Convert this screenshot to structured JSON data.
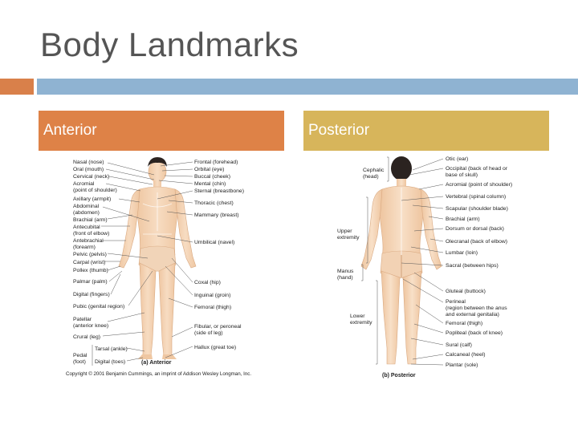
{
  "slide": {
    "title": "Body Landmarks",
    "accent_orange": "#D9804A",
    "accent_blue": "#8FB3D2"
  },
  "anterior": {
    "header": "Anterior",
    "header_color": "#DE8247",
    "left_labels": [
      {
        "text": "Nasal (nose)"
      },
      {
        "text": "Oral (mouth)"
      },
      {
        "text": "Cervical (neck)"
      },
      {
        "text": "Acromial"
      },
      {
        "text": "(point of shoulder)"
      },
      {
        "text": "Axillary (armpit)"
      },
      {
        "text": "Abdominal"
      },
      {
        "text": "(abdomen)"
      },
      {
        "text": "Brachial (arm)"
      },
      {
        "text": "Antecubital"
      },
      {
        "text": "(front of elbow)"
      },
      {
        "text": "Antebrachial"
      },
      {
        "text": "(forearm)"
      },
      {
        "text": "Pelvic (pelvis)"
      },
      {
        "text": "Carpal (wrist)"
      },
      {
        "text": "Pollex (thumb)"
      },
      {
        "text": "Palmar (palm)"
      },
      {
        "text": "Digital (fingers)"
      },
      {
        "text": "Pubic (genital region)"
      },
      {
        "text": "Patellar"
      },
      {
        "text": "(anterior knee)"
      },
      {
        "text": "Crural (leg)"
      },
      {
        "text": "Tarsal (ankle)"
      },
      {
        "text": "Pedal"
      },
      {
        "text": "(foot)"
      },
      {
        "text": "Digital (toes)"
      }
    ],
    "right_labels": [
      {
        "text": "Frontal (forehead)"
      },
      {
        "text": "Orbital (eye)"
      },
      {
        "text": "Buccal (cheek)"
      },
      {
        "text": "Mental (chin)"
      },
      {
        "text": "Sternal (breastbone)"
      },
      {
        "text": "Thoracic (chest)"
      },
      {
        "text": "Mammary (breast)"
      },
      {
        "text": "Umbilical (navel)"
      },
      {
        "text": "Coxal (hip)"
      },
      {
        "text": "Inguinal (groin)"
      },
      {
        "text": "Femoral (thigh)"
      },
      {
        "text": "Fibular, or peroneal"
      },
      {
        "text": "(side of leg)"
      },
      {
        "text": "Hallux (great toe)"
      }
    ],
    "caption": "(a)  Anterior",
    "copyright": "Copyright © 2001 Benjamin Cummings, an imprint of Addison Wesley Longman, Inc."
  },
  "posterior": {
    "header": "Posterior",
    "header_color": "#D7B55B",
    "left_labels": [
      {
        "text": "Cephalic"
      },
      {
        "text": "(head)"
      },
      {
        "text": "Upper"
      },
      {
        "text": "extremity"
      },
      {
        "text": "Manus"
      },
      {
        "text": "(hand)"
      },
      {
        "text": "Lower"
      },
      {
        "text": "extremity"
      }
    ],
    "right_labels": [
      {
        "text": "Otic (ear)"
      },
      {
        "text": "Occipital (back of head or"
      },
      {
        "text": "base of skull)"
      },
      {
        "text": "Acromial (point of shoulder)"
      },
      {
        "text": "Vertebral (spinal column)"
      },
      {
        "text": "Scapular (shoulder blade)"
      },
      {
        "text": "Brachial (arm)"
      },
      {
        "text": "Dorsum or dorsal (back)"
      },
      {
        "text": "Olecranal (back of elbow)"
      },
      {
        "text": "Lumbar (loin)"
      },
      {
        "text": "Sacral (between hips)"
      },
      {
        "text": "Gluteal (buttock)"
      },
      {
        "text": "Perineal"
      },
      {
        "text": "(region between the anus"
      },
      {
        "text": "and external genitalia)"
      },
      {
        "text": "Femoral (thigh)"
      },
      {
        "text": "Popliteal (back of knee)"
      },
      {
        "text": "Sural (calf)"
      },
      {
        "text": "Calcaneal (heel)"
      },
      {
        "text": "Plantar (sole)"
      }
    ],
    "caption": "(b)  Posterior"
  }
}
